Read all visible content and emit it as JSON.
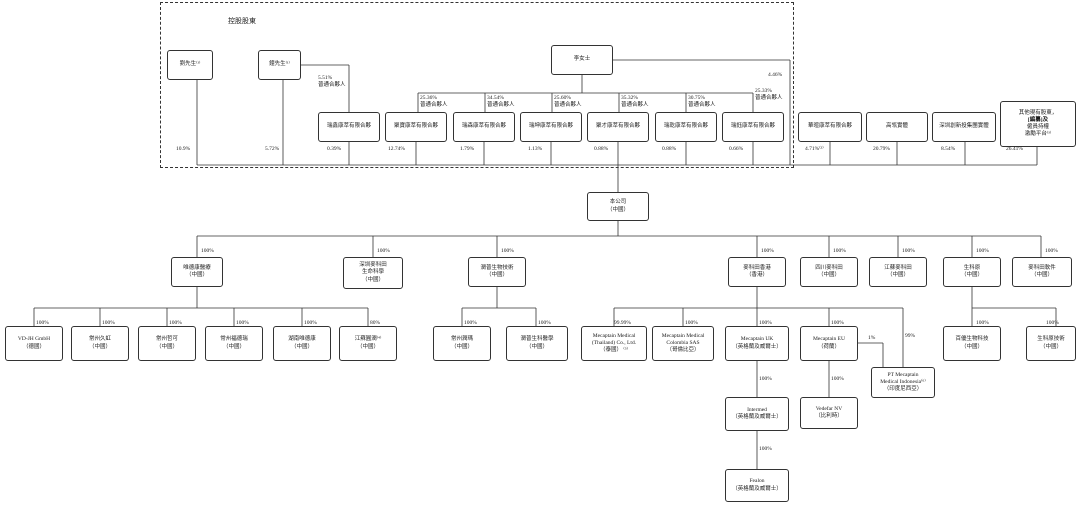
{
  "diagram": {
    "controlling_title": "控股股東",
    "shareholders": {
      "liu": "劉先生⁽¹⁾",
      "zhong": "鐘先生⁽¹⁾",
      "li": "李女士"
    },
    "partnerships_top": [
      "瑞鑫康萃有限合夥",
      "聚寶康萃有限合夥",
      "瑞森康萃有限合夥",
      "瑞坤康萃有限合夥",
      "聚才康萃有限合夥",
      "瑞乾康萃有限合夥",
      "瑞鈺康萃有限合夥"
    ],
    "partnership_note": "普通合夥人",
    "gp_pct": {
      "zhong": "5.51%",
      "p2": "25.36%",
      "p3": "34.54%",
      "p4": "25.60%",
      "p5": "35.32%",
      "p6": "30.75%",
      "p7": "25.33%",
      "li_direct": "4.46%"
    },
    "holdings_pct": {
      "liu": "10.9%",
      "zhong": "5.72%",
      "p1": "0.39%",
      "p2": "12.74%",
      "p3": "1.79%",
      "p4": "1.13%",
      "p5": "0.88%",
      "p6": "0.88%",
      "p7": "0.66%",
      "huaxuan": "4.71%⁽²⁾",
      "gaorong": "20.79%",
      "shenzhen": "8.54%",
      "others": "26.41%"
    },
    "other_shareholders": {
      "huaxuan": "華暄康萃有限合夥",
      "gaorong": "高瓴實體",
      "shenzhen": "深圳創新投集團實體",
      "others_l1": "其他現有股東，",
      "others_l2": "[編纂]及",
      "others_l3": "僱員持權",
      "others_l4": "激勵平台⁽³⁾"
    },
    "company": {
      "l1": "本公司",
      "l2": "（中國）"
    },
    "subsidiaries_l1": [
      {
        "name": "唯德康醫療",
        "loc": "（中國）",
        "pct": "100%"
      },
      {
        "name": "深圳麥科田",
        "name2": "生命科學",
        "loc": "（中國）",
        "pct": "100%"
      },
      {
        "name": "潤普生物技術",
        "loc": "（中國）",
        "pct": "100%"
      },
      {
        "name": "麥科田香港",
        "loc": "（香港）",
        "pct": "100%"
      },
      {
        "name": "四川麥科田",
        "loc": "（中國）",
        "pct": "100%"
      },
      {
        "name": "江蘇麥科田",
        "loc": "（中國）",
        "pct": "100%"
      },
      {
        "name": "生科原",
        "loc": "（中國）",
        "pct": "100%"
      },
      {
        "name": "麥科田軟件",
        "loc": "（中國）",
        "pct": "100%"
      }
    ],
    "weidekang_subs": [
      {
        "name": "VD-JH GmbH",
        "loc": "（德國）",
        "pct": "100%"
      },
      {
        "name": "常州久虹",
        "loc": "（中國）",
        "pct": "100%"
      },
      {
        "name": "常州哲可",
        "loc": "（中國）",
        "pct": "100%"
      },
      {
        "name": "常州福德瑞",
        "loc": "（中國）",
        "pct": "100%"
      },
      {
        "name": "湖南唯德康",
        "loc": "（中國）",
        "pct": "100%"
      },
      {
        "name": "江蘇圓潤⁽⁴⁾",
        "loc": "（中國）",
        "pct": "80%"
      }
    ],
    "runpu_subs": [
      {
        "name": "常州潤瑪",
        "loc": "（中國）",
        "pct": "100%"
      },
      {
        "name": "潤普生科醫學",
        "loc": "（中國）",
        "pct": "100%"
      }
    ],
    "hk_subs": [
      {
        "name": "Mecaptain Medical",
        "name2": "(Thailand) Co., Ltd.",
        "loc": "（泰國） ⁽⁵⁾",
        "pct": "99.99%"
      },
      {
        "name": "Mecaptain Medical",
        "name2": "Colombia SAS",
        "loc": "（哥倫比亞）",
        "pct": "100%"
      },
      {
        "name": "Mecaptain UK",
        "loc": "（英格蘭及威爾士）",
        "pct": "100%"
      },
      {
        "name": "Mecaptain EU",
        "loc": "（荷蘭）",
        "pct": "100%"
      },
      {
        "name": "PT Mecaptain",
        "name2": "Medical Indonesia⁽⁶⁾",
        "loc": "（印度尼西亞）",
        "pct": "99%"
      }
    ],
    "eu_to_pt_pct": "1%",
    "intermed": {
      "name": "Intermed",
      "loc": "（英格蘭及威爾士）",
      "pct": "100%"
    },
    "vedefar": {
      "name": "Vedefar NV",
      "loc": "（比利時）",
      "pct": "100%"
    },
    "fealon": {
      "name": "Fealon",
      "loc": "（英格蘭及威爾士）",
      "pct": "100%"
    },
    "shengkeyuan_subs": [
      {
        "name": "百優生物科技",
        "loc": "（中國）",
        "pct": "100%"
      },
      {
        "name": "生科原技術",
        "loc": "（中國）",
        "pct": "100%"
      }
    ]
  }
}
